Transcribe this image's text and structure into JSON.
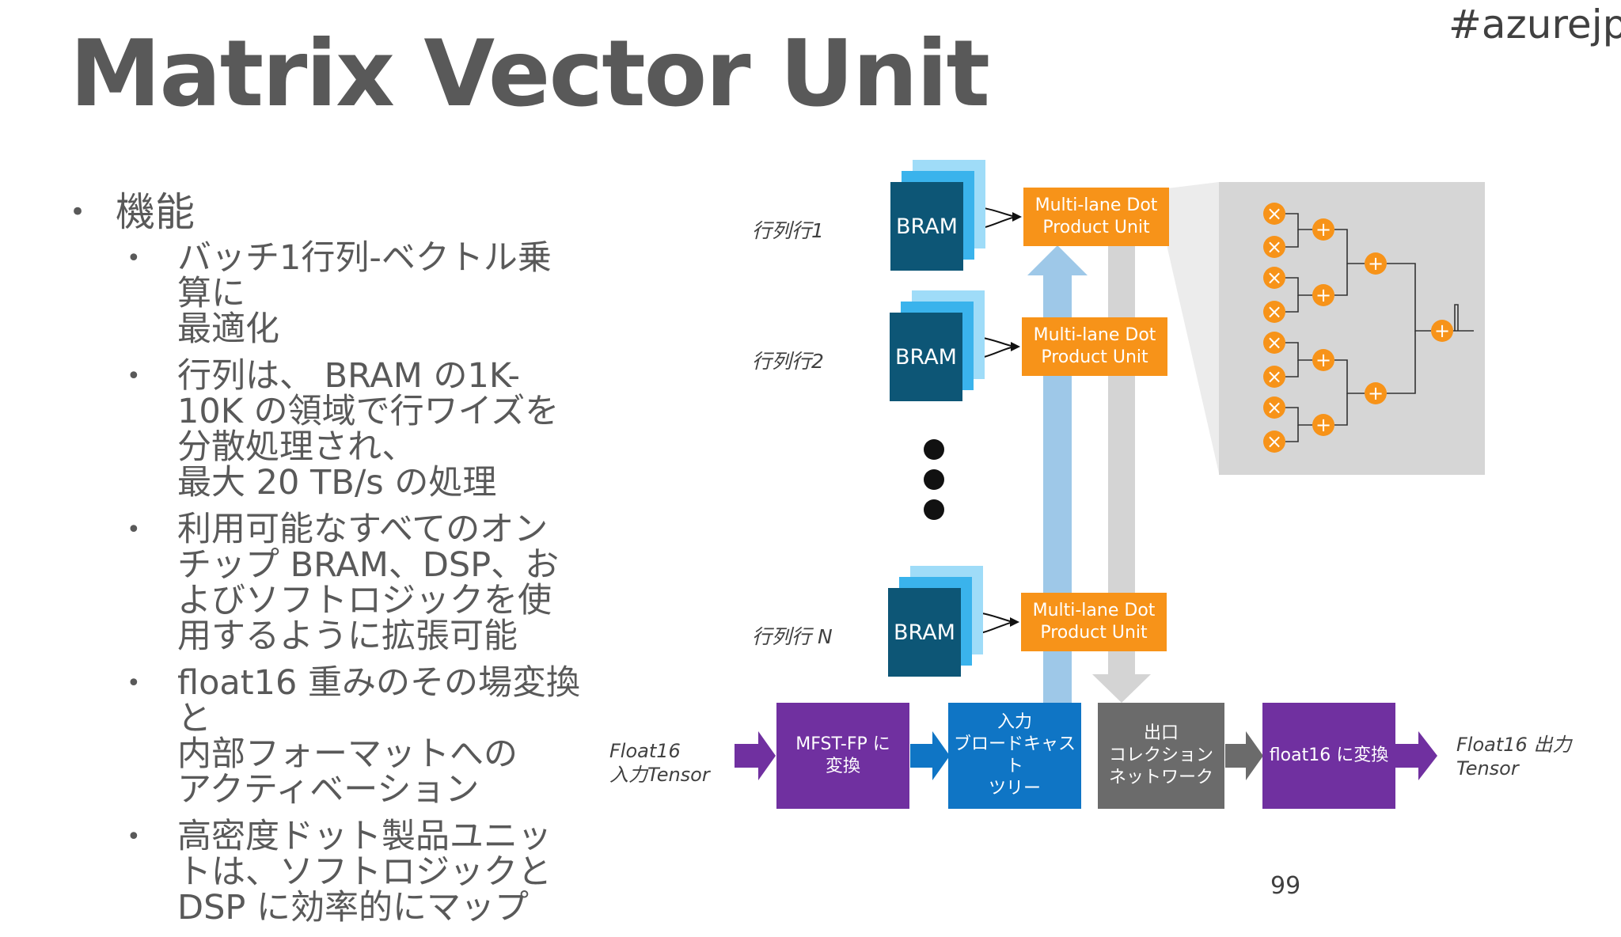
{
  "title": "Matrix Vector Unit",
  "hashtag": "#azurejp",
  "page_number": "99",
  "bullets": {
    "heading": "機能",
    "items": [
      {
        "lines": [
          "バッチ1行列-ベクトル乗",
          "算に",
          "最適化"
        ]
      },
      {
        "lines": [
          "行列は、 BRAM の1K-",
          "10K の領域で行ワイズを",
          "分散処理され、",
          "最大 20 TB/s の処理"
        ]
      },
      {
        "lines": [
          "利用可能なすべてのオン",
          "チップ BRAM、DSP、お",
          "よびソフトロジックを使",
          "用するように拡張可能"
        ]
      },
      {
        "lines": [
          "float16 重みのその場変換",
          "と",
          "内部フォーマットへの",
          "アクティベーション"
        ]
      },
      {
        "lines": [
          "高密度ドット製品ユニッ",
          "トは、ソフトロジックと",
          "DSP に効率的にマップ"
        ]
      }
    ]
  },
  "diagram": {
    "rows": [
      {
        "label": "行列行1",
        "bram": "BRAM",
        "unit_line1": "Multi-lane Dot",
        "unit_line2": "Product Unit"
      },
      {
        "label": "行列行2",
        "bram": "BRAM",
        "unit_line1": "Multi-lane Dot",
        "unit_line2": "Product Unit"
      },
      {
        "label": "行列行 N",
        "bram": "BRAM",
        "unit_line1": "Multi-lane Dot",
        "unit_line2": "Product Unit"
      }
    ],
    "input_label": [
      "Float16",
      "入力Tensor"
    ],
    "output_label": [
      "Float16 出力",
      "Tensor"
    ],
    "boxes": {
      "mfst": [
        "MFST-FP に",
        "変換"
      ],
      "broadcast": [
        "入力",
        "ブロードキャス",
        "ト",
        "ツリー"
      ],
      "collect": [
        "出口",
        "コレクション",
        "ネットワーク"
      ],
      "convert": "float16 に変換"
    },
    "colors": {
      "orange": "#f79319",
      "bram_dark": "#0d5676",
      "bram_mid": "#3ab3ec",
      "bram_light": "#9fdcf8",
      "purple": "#7030a0",
      "blue": "#0f75c5",
      "gray": "#6b6b6b",
      "panel": "#d6d6d6",
      "arrow_up": "#9ec8e8",
      "arrow_down": "#d4d4d4"
    },
    "tree_operators": {
      "multiply": "×",
      "add": "+"
    }
  }
}
